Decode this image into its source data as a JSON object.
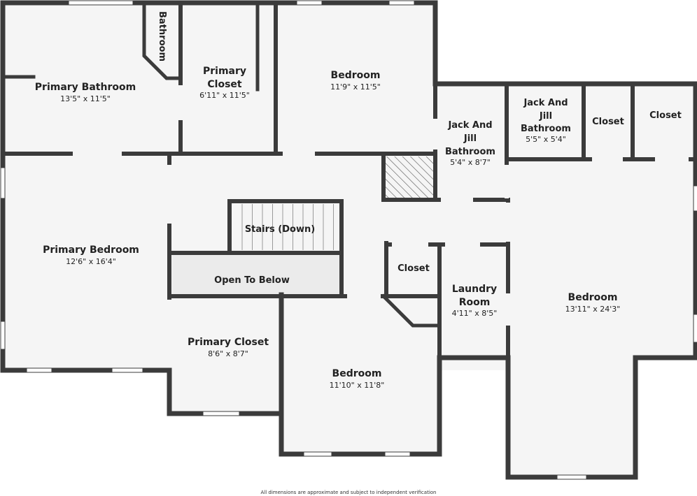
{
  "colors": {
    "wall": "#3b3b3b",
    "floor": "#f5f5f5",
    "shaded": "#ebebeb",
    "text": "#222222",
    "window": "#ffffff"
  },
  "rooms": {
    "primary_bathroom": {
      "name": "Primary Bathroom",
      "dim": "13'5\" x 11'5\""
    },
    "bathroom": {
      "name": "Bathroom"
    },
    "primary_closet_top": {
      "name_1": "Primary",
      "name_2": "Closet",
      "dim": "6'11\" x 11'5\""
    },
    "bedroom_top": {
      "name": "Bedroom",
      "dim": "11'9\" x 11'5\""
    },
    "jack_jill_bath_left": {
      "name_1": "Jack And",
      "name_2": "Jill",
      "name_3": "Bathroom",
      "dim": "5'4\" x 8'7\""
    },
    "jack_jill_bath_right": {
      "name_1": "Jack And",
      "name_2": "Jill",
      "name_3": "Bathroom",
      "dim": "5'5\" x 5'4\""
    },
    "closet_a": {
      "name": "Closet"
    },
    "closet_b": {
      "name": "Closet"
    },
    "primary_bedroom": {
      "name": "Primary Bedroom",
      "dim": "12'6\" x 16'4\""
    },
    "stairs": {
      "name": "Stairs (Down)"
    },
    "open_to_below": {
      "name": "Open To Below"
    },
    "closet_c": {
      "name": "Closet"
    },
    "laundry_room": {
      "name_1": "Laundry",
      "name_2": "Room",
      "dim": "4'11\" x 8'5\""
    },
    "bedroom_right": {
      "name": "Bedroom",
      "dim": "13'11\" x 24'3\""
    },
    "primary_closet_bottom": {
      "name": "Primary Closet",
      "dim": "8'6\" x 8'7\""
    },
    "bedroom_bottom": {
      "name": "Bedroom",
      "dim": "11'10\" x 11'8\""
    }
  },
  "disclaimer": "All dimensions are approximate and subject to independent verification"
}
